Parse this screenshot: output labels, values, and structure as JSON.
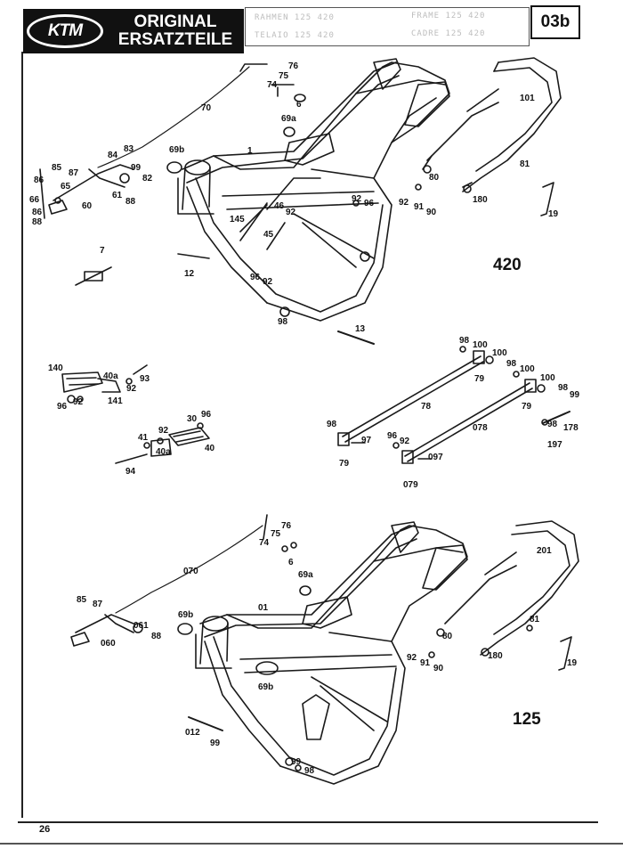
{
  "header": {
    "logo_text": "KTM",
    "title_line1": "ORIGINAL",
    "title_line2": "ERSATZTEILE",
    "faint_text_tl": "RAHMEN 125 420",
    "faint_text_tr": "FRAME 125 420",
    "faint_text_bl": "TELAIO 125 420",
    "faint_text_br": "CADRE 125 420",
    "page_id": "03b"
  },
  "footer": {
    "page_number": "26"
  },
  "variants": {
    "upper": "420",
    "lower": "125"
  },
  "labels": [
    {
      "t": "76"
    },
    {
      "t": "75"
    },
    {
      "t": "74"
    },
    {
      "t": "6"
    },
    {
      "t": "70"
    },
    {
      "t": "69a"
    },
    {
      "t": "69b"
    },
    {
      "t": "1"
    },
    {
      "t": "101"
    },
    {
      "t": "80"
    },
    {
      "t": "81"
    },
    {
      "t": "180"
    },
    {
      "t": "19"
    },
    {
      "t": "83"
    },
    {
      "t": "84"
    },
    {
      "t": "85"
    },
    {
      "t": "87"
    },
    {
      "t": "99"
    },
    {
      "t": "82"
    },
    {
      "t": "86"
    },
    {
      "t": "65"
    },
    {
      "t": "66"
    },
    {
      "t": "61"
    },
    {
      "t": "88"
    },
    {
      "t": "60"
    },
    {
      "t": "86"
    },
    {
      "t": "88"
    },
    {
      "t": "145"
    },
    {
      "t": "46"
    },
    {
      "t": "92"
    },
    {
      "t": "45"
    },
    {
      "t": "92"
    },
    {
      "t": "96"
    },
    {
      "t": "92"
    },
    {
      "t": "91"
    },
    {
      "t": "90"
    },
    {
      "t": "7"
    },
    {
      "t": "12"
    },
    {
      "t": "96"
    },
    {
      "t": "92"
    },
    {
      "t": "98"
    },
    {
      "t": "13"
    },
    {
      "t": "140"
    },
    {
      "t": "40a"
    },
    {
      "t": "93"
    },
    {
      "t": "92"
    },
    {
      "t": "96"
    },
    {
      "t": "92"
    },
    {
      "t": "141"
    },
    {
      "t": "30"
    },
    {
      "t": "96"
    },
    {
      "t": "92"
    },
    {
      "t": "41"
    },
    {
      "t": "40a"
    },
    {
      "t": "40"
    },
    {
      "t": "94"
    },
    {
      "t": "98"
    },
    {
      "t": "100"
    },
    {
      "t": "100"
    },
    {
      "t": "79"
    },
    {
      "t": "98"
    },
    {
      "t": "100"
    },
    {
      "t": "100"
    },
    {
      "t": "98"
    },
    {
      "t": "99"
    },
    {
      "t": "79"
    },
    {
      "t": "78"
    },
    {
      "t": "98"
    },
    {
      "t": "97"
    },
    {
      "t": "79"
    },
    {
      "t": "96"
    },
    {
      "t": "92"
    },
    {
      "t": "078"
    },
    {
      "t": "98"
    },
    {
      "t": "178"
    },
    {
      "t": "197"
    },
    {
      "t": "097"
    },
    {
      "t": "079"
    },
    {
      "t": "76"
    },
    {
      "t": "75"
    },
    {
      "t": "74"
    },
    {
      "t": "6"
    },
    {
      "t": "070"
    },
    {
      "t": "69a"
    },
    {
      "t": "201"
    },
    {
      "t": "85"
    },
    {
      "t": "87"
    },
    {
      "t": "69b"
    },
    {
      "t": "01"
    },
    {
      "t": "061"
    },
    {
      "t": "88"
    },
    {
      "t": "060"
    },
    {
      "t": "80"
    },
    {
      "t": "81"
    },
    {
      "t": "92"
    },
    {
      "t": "91"
    },
    {
      "t": "90"
    },
    {
      "t": "180"
    },
    {
      "t": "19"
    },
    {
      "t": "69b"
    },
    {
      "t": "012"
    },
    {
      "t": "99"
    },
    {
      "t": "99"
    },
    {
      "t": "98"
    }
  ]
}
